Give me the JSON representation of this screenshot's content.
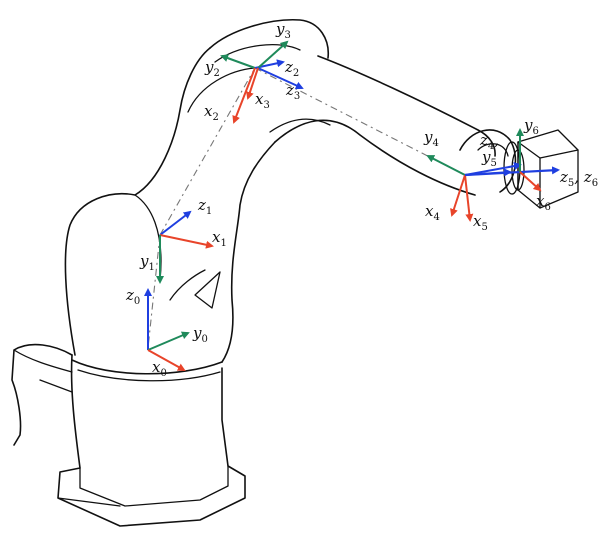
{
  "colors": {
    "x_axis": "#e8442a",
    "y_axis": "#1f8a5b",
    "z_axis": "#1f3fe0",
    "outline": "#111111",
    "chain": "#777777"
  },
  "frames": [
    {
      "id": "0",
      "labels": {
        "x": {
          "base": "x",
          "sub": "0"
        },
        "y": {
          "base": "y",
          "sub": "0"
        },
        "z": {
          "base": "z",
          "sub": "0"
        }
      }
    },
    {
      "id": "1",
      "labels": {
        "x": {
          "base": "x",
          "sub": "1"
        },
        "y": {
          "base": "y",
          "sub": "1"
        },
        "z": {
          "base": "z",
          "sub": "1"
        }
      }
    },
    {
      "id": "2",
      "labels": {
        "x": {
          "base": "x",
          "sub": "2"
        },
        "y": {
          "base": "y",
          "sub": "2"
        },
        "z": {
          "base": "z",
          "sub": "2"
        }
      }
    },
    {
      "id": "3",
      "labels": {
        "x": {
          "base": "x",
          "sub": "3"
        },
        "y": {
          "base": "y",
          "sub": "3"
        },
        "z": {
          "base": "z",
          "sub": "3"
        }
      }
    },
    {
      "id": "4",
      "labels": {
        "x": {
          "base": "x",
          "sub": "4"
        },
        "y": {
          "base": "y",
          "sub": "4"
        },
        "z": {
          "base": "z",
          "sub": "4"
        }
      }
    },
    {
      "id": "5",
      "labels": {
        "x": {
          "base": "x",
          "sub": "5"
        },
        "y": {
          "base": "y",
          "sub": "5"
        },
        "z": {
          "base": "z",
          "sub": "5"
        }
      }
    },
    {
      "id": "6",
      "labels": {
        "x": {
          "base": "x",
          "sub": "6"
        },
        "y": {
          "base": "y",
          "sub": "6"
        },
        "z": {
          "base": "z",
          "sub": "6"
        }
      }
    }
  ],
  "combined_labels": {
    "z4": {
      "base": "z",
      "sub": "4",
      "suffix": ","
    },
    "z5z6": {
      "base": "z",
      "sub": "5",
      "joiner": ", ",
      "base2": "z",
      "sub2": "6"
    }
  }
}
